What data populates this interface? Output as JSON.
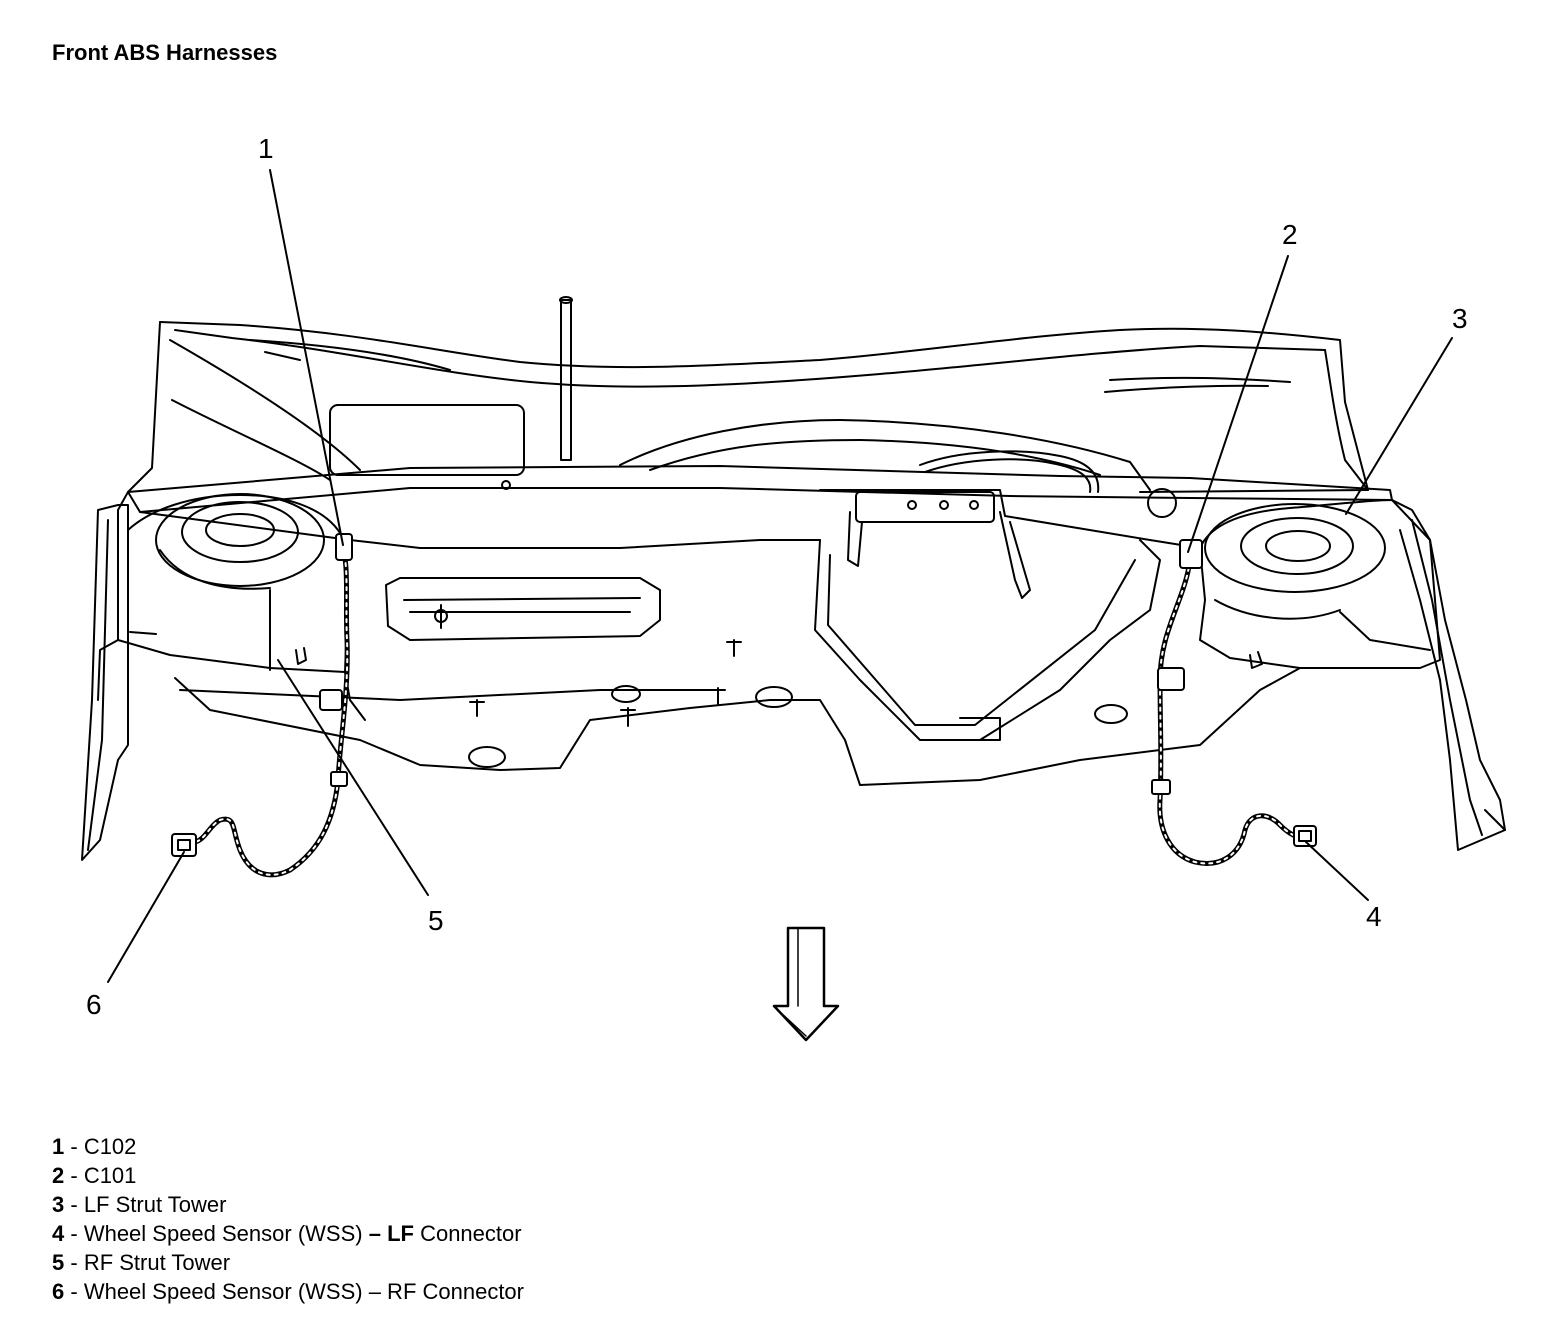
{
  "title": "Front ABS Harnesses",
  "callouts": [
    "1",
    "2",
    "3",
    "4",
    "5",
    "6"
  ],
  "legend": [
    {
      "num": "1",
      "sep": " - ",
      "text": "C102",
      "bold": "",
      "tail": ""
    },
    {
      "num": "2",
      "sep": " - ",
      "text": "C101",
      "bold": "",
      "tail": ""
    },
    {
      "num": "3",
      "sep": " - ",
      "text": "LF Strut Tower",
      "bold": "",
      "tail": ""
    },
    {
      "num": "4",
      "sep": " - ",
      "text": "Wheel Speed Sensor (WSS) ",
      "bold": "– LF",
      "tail": " Connector"
    },
    {
      "num": "5",
      "sep": " - ",
      "text": "RF Strut Tower",
      "bold": "",
      "tail": ""
    },
    {
      "num": "6",
      "sep": " - ",
      "text": "Wheel Speed Sensor (WSS) – RF Connector",
      "bold": "",
      "tail": ""
    }
  ],
  "colors": {
    "line": "#000000",
    "fill": "#ffffff"
  }
}
